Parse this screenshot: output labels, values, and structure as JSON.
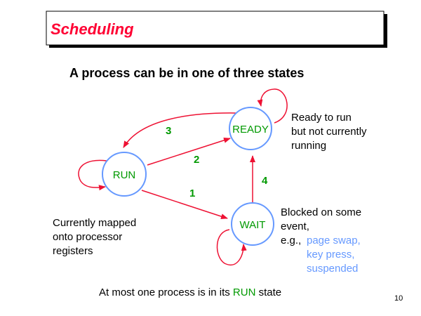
{
  "title": "Scheduling",
  "subtitle": "A process can be in one of three states",
  "states": {
    "ready": "READY",
    "run": "RUN",
    "wait": "WAIT"
  },
  "transitions": {
    "t1": "1",
    "t2": "2",
    "t3": "3",
    "t4": "4"
  },
  "notes": {
    "ready": [
      "Ready to run",
      "but not currently",
      "running"
    ],
    "run": [
      "Currently mapped",
      "onto processor",
      "registers"
    ],
    "wait": [
      "Blocked on some",
      "event,",
      "e.g.,"
    ],
    "wait_examples": [
      "page swap,",
      "key press,",
      "suspended"
    ]
  },
  "footer": {
    "prefix": "At most one process is in its",
    "highlight": "RUN",
    "suffix": "state"
  },
  "page_number": "10",
  "colors": {
    "title": "#ff0033",
    "arrow": "#ee1133",
    "circle": "#6699ff",
    "state": "#009900",
    "example": "#6699ff"
  }
}
